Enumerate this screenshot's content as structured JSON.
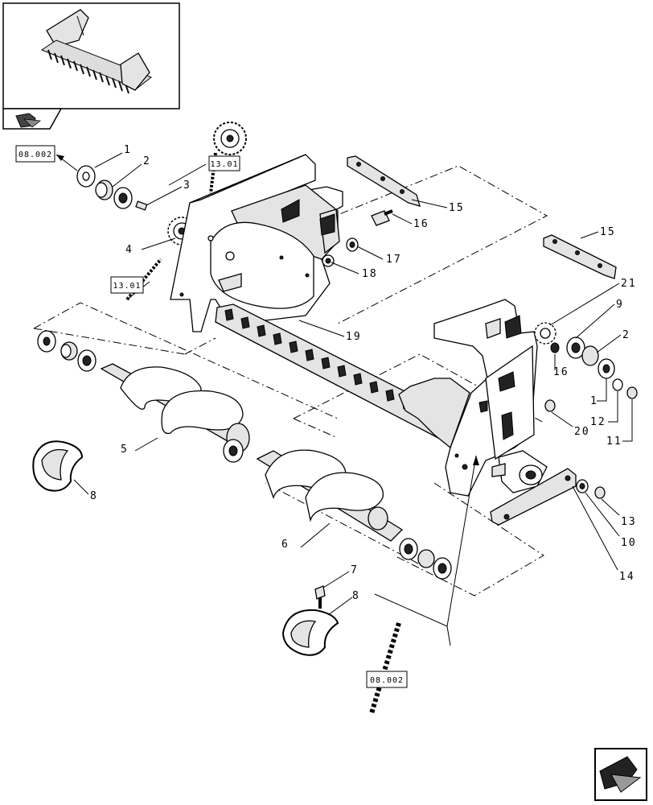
{
  "callouts": {
    "c1a": "1",
    "c2a": "2",
    "c3": "3",
    "c4": "4",
    "c5": "5",
    "c6": "6",
    "c7": "7",
    "c8a": "8",
    "c8b": "8",
    "c1b": "1",
    "c2b": "2",
    "c9": "9",
    "c10": "10",
    "c11": "11",
    "c12": "12",
    "c13": "13",
    "c14": "14",
    "c15a": "15",
    "c15b": "15",
    "c16a": "16",
    "c16b": "16",
    "c17": "17",
    "c18": "18",
    "c19": "19",
    "c20": "20",
    "c21": "21"
  },
  "references": {
    "ref_top_left": "08.002",
    "ref_chain_top": "13.01",
    "ref_chain_mid": "13.01",
    "ref_bottom": "08.002"
  },
  "icons": {
    "thumbnail": "assembly-thumbnail",
    "nav_small": "folder-arrow-icon",
    "nav_large": "folder-arrow-icon"
  }
}
